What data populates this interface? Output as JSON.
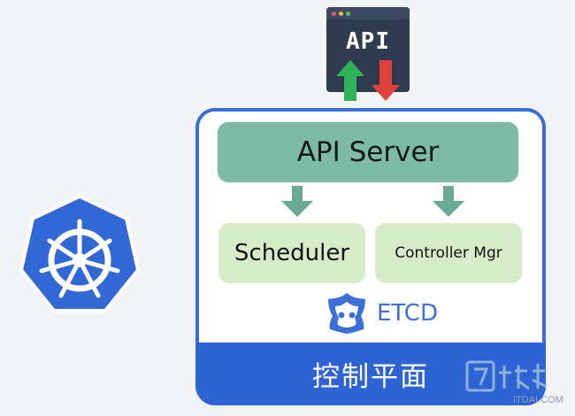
{
  "api_icon": {
    "label": "API",
    "dot_colors": [
      "#e05b5b",
      "#e8b84a",
      "#5bbf6a"
    ],
    "up_arrow_color": "#2fb25a",
    "down_arrow_color": "#e0403a"
  },
  "control_plane": {
    "api_server": "API Server",
    "modules": [
      "Scheduler",
      "Controller Mgr"
    ],
    "etcd": "ETCD",
    "footer": "控制平面"
  },
  "colors": {
    "border": "#3a6ed8",
    "footer": "#2e63d4",
    "api_server": "#7dbba7",
    "module": "#d6ecc9",
    "flow_arrow": "#6aa993",
    "kubernetes": "#3267d6"
  },
  "icons": {
    "logo": "kubernetes-helm-icon",
    "etcd": "etcd-icon",
    "arrows": "down-arrow-icon"
  },
  "watermark": {
    "text": "ITDAI.COM"
  }
}
